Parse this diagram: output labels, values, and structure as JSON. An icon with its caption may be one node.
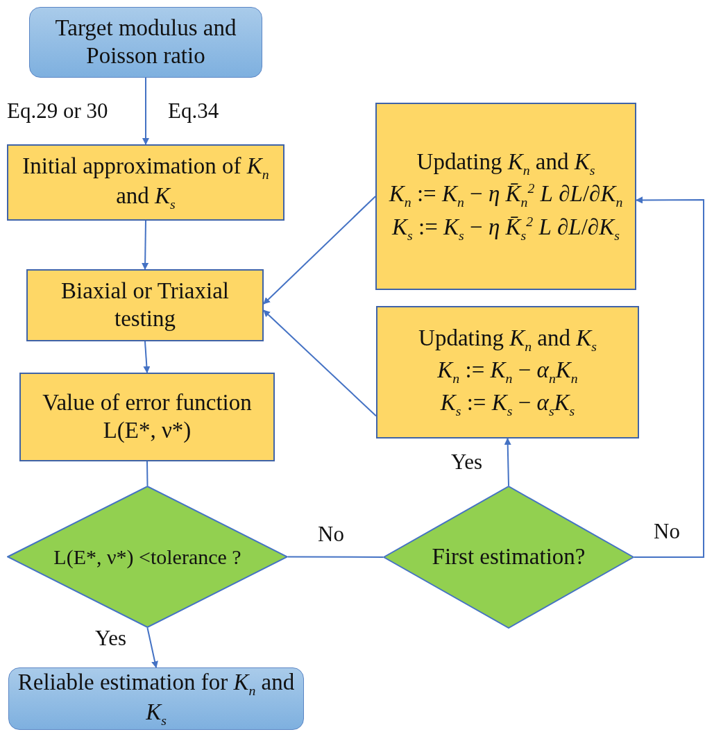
{
  "diagram": {
    "nodes": [
      {
        "text": [
          "Target modulus and Poisson ratio"
        ]
      },
      {
        "text": [
          "Updating *K*$_{n}$ and *K*$_{s}$",
          "*K*$_{n}$ := *K*$_{n}$ − *η* *K̄*$_{n}$$^{2}$ *L* ∂*L*/∂*K*$_{n}$",
          "*K*$_{s}$ := *K*$_{s}$ − *η* *K̄*$_{s}$$^{2}$ *L* ∂*L*/∂*K*$_{s}$"
        ]
      },
      {
        "text": [
          "Initial approximation of *K*$_{n}$ and *K*$_{s}$"
        ]
      },
      {
        "text": [
          "Biaxial or Triaxial testing"
        ]
      },
      {
        "text": [
          "Updating *K*$_{n}$ and *K*$_{s}$",
          "*K*$_{n}$ := *K*$_{n}$ − *α*$_{n}$*K*$_{n}$",
          "*K*$_{s}$ := *K*$_{s}$ − *α*$_{s}$*K*$_{s}$"
        ]
      },
      {
        "text": [
          "Value of error function L(E*, ν*)"
        ]
      },
      {
        "text": [
          "L(E*, ν*) <tolerance ?"
        ]
      },
      {
        "text": [
          "First estimation?"
        ]
      },
      {
        "text": [
          "Reliable estimation for *K*$_{n}$ and *K*$_{s}$"
        ]
      }
    ],
    "edges": [
      {
        "from": 0,
        "to": 2,
        "arrow": "to"
      },
      {
        "from": 2,
        "to": 3,
        "arrow": "to"
      },
      {
        "from": 3,
        "to": 5,
        "arrow": "to"
      },
      {
        "from": 5,
        "to": 6,
        "arrow": "none"
      },
      {
        "from": 6,
        "to": 7,
        "arrow": "none",
        "label": "No"
      },
      {
        "from": 6,
        "to": 8,
        "arrow": "to",
        "label": "Yes"
      },
      {
        "from": 7,
        "to": 4,
        "arrow": "to",
        "label": "Yes"
      },
      {
        "from": 7,
        "to": 1,
        "arrow": "to",
        "label": "No"
      },
      {
        "from": 1,
        "to": 3,
        "arrow": "to"
      },
      {
        "from": 4,
        "to": 3,
        "arrow": "to"
      }
    ],
    "labels": [
      "Eq.29 or 30",
      "Eq.34"
    ]
  }
}
